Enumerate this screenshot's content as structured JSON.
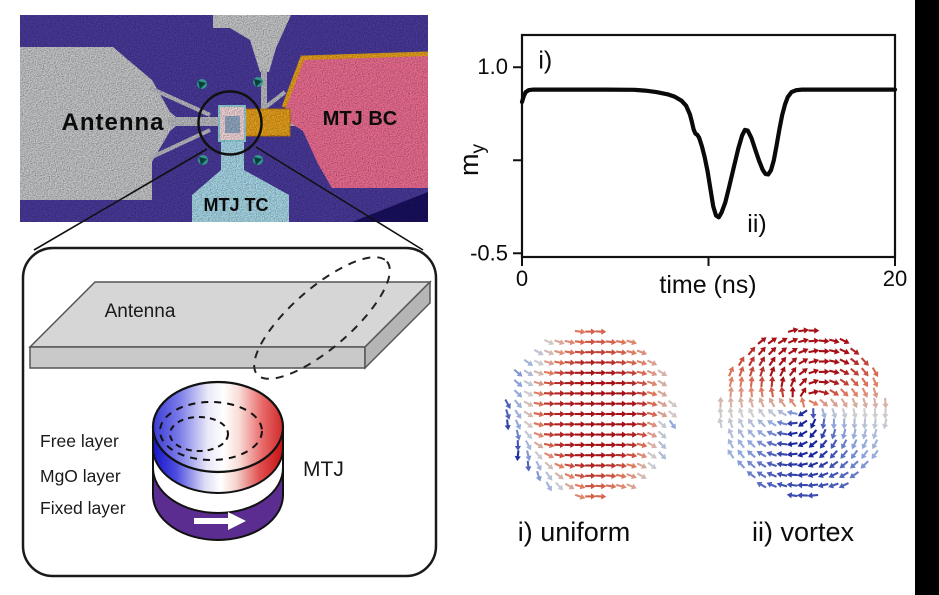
{
  "micrograph": {
    "label_antenna": "Antenna",
    "label_mtj_bc": "MTJ BC",
    "label_mtj_tc": "MTJ TC",
    "colors": {
      "background": "#4a3a9c",
      "pad": "#c6c8ca",
      "pad_dim": "#b9bcc2",
      "pink": "#ee6e93",
      "gold": "#e8a21c",
      "tc_blue": "#a9d9e9",
      "navy": "#191060",
      "marker": "#35948c",
      "marker_dark": "#073f3a",
      "white_square": "#f2d7d9",
      "inner_square": "#93a9c4"
    }
  },
  "schematic": {
    "label_antenna": "Antenna",
    "layer_labels": [
      "Free layer",
      "MgO layer",
      "Fixed layer"
    ],
    "label_mtj": "MTJ",
    "colors": {
      "slab_top": "#d6d6d6",
      "slab_front": "#c9c9c9",
      "slab_side": "#b5b5b5",
      "fixed_purple": "#5b2d91",
      "free_blue": "#1515c8",
      "free_red": "#c61212"
    }
  },
  "chart_data": [
    {
      "type": "line",
      "title": "",
      "xlabel": "time (ns)",
      "ylabel_main": "m",
      "ylabel_sub": "y",
      "xlim": [
        0,
        20
      ],
      "ylim": [
        -0.53,
        1.26
      ],
      "grid": false,
      "line_color": "#0a0a0a",
      "xticks": [
        {
          "v": 0,
          "label": "0"
        },
        {
          "v": 10,
          "label": ""
        },
        {
          "v": 20,
          "label": "20"
        }
      ],
      "yticks": [
        {
          "v": 1.0,
          "label": "1.0"
        },
        {
          "v": 0.25,
          "label": ""
        },
        {
          "v": -0.5,
          "label": "-0.5"
        }
      ],
      "annotations": [
        {
          "text": "i)",
          "t": 1.25,
          "m": 0.99
        },
        {
          "text": "ii)",
          "t": 12.6,
          "m": -0.33
        }
      ],
      "series": [
        {
          "name": "my",
          "points": [
            [
              0,
              0.72
            ],
            [
              0.1,
              0.77
            ],
            [
              0.2,
              0.8
            ],
            [
              0.35,
              0.815
            ],
            [
              0.6,
              0.82
            ],
            [
              1.5,
              0.82
            ],
            [
              3,
              0.82
            ],
            [
              4.5,
              0.82
            ],
            [
              6,
              0.818
            ],
            [
              6.6,
              0.812
            ],
            [
              7.2,
              0.8
            ],
            [
              7.8,
              0.782
            ],
            [
              8.2,
              0.762
            ],
            [
              8.55,
              0.73
            ],
            [
              8.8,
              0.69
            ],
            [
              9.0,
              0.62
            ],
            [
              9.1,
              0.565
            ],
            [
              9.2,
              0.5
            ],
            [
              9.3,
              0.465
            ],
            [
              9.4,
              0.455
            ],
            [
              9.5,
              0.43
            ],
            [
              9.65,
              0.36
            ],
            [
              9.8,
              0.27
            ],
            [
              9.95,
              0.16
            ],
            [
              10.1,
              0.02
            ],
            [
              10.25,
              -0.12
            ],
            [
              10.4,
              -0.195
            ],
            [
              10.55,
              -0.21
            ],
            [
              10.7,
              -0.17
            ],
            [
              10.9,
              -0.09
            ],
            [
              11.1,
              0.03
            ],
            [
              11.35,
              0.19
            ],
            [
              11.6,
              0.345
            ],
            [
              11.8,
              0.45
            ],
            [
              11.95,
              0.495
            ],
            [
              12.1,
              0.49
            ],
            [
              12.3,
              0.43
            ],
            [
              12.5,
              0.34
            ],
            [
              12.7,
              0.25
            ],
            [
              12.9,
              0.175
            ],
            [
              13.05,
              0.14
            ],
            [
              13.2,
              0.135
            ],
            [
              13.35,
              0.17
            ],
            [
              13.5,
              0.25
            ],
            [
              13.65,
              0.37
            ],
            [
              13.8,
              0.5
            ],
            [
              13.95,
              0.615
            ],
            [
              14.1,
              0.7
            ],
            [
              14.25,
              0.76
            ],
            [
              14.45,
              0.8
            ],
            [
              14.7,
              0.815
            ],
            [
              15,
              0.82
            ],
            [
              16,
              0.82
            ],
            [
              17.5,
              0.82
            ],
            [
              19,
              0.82
            ],
            [
              20,
              0.82
            ]
          ]
        }
      ]
    },
    {
      "type": "vector_field",
      "pattern": "uniform",
      "caption": "i) uniform",
      "center": [
        590,
        414
      ],
      "radius": 83,
      "spacing": 10.3,
      "palette": [
        [
          -1,
          "#16259b"
        ],
        [
          -0.5,
          "#8fa6dd"
        ],
        [
          0,
          "#cfcfcf"
        ],
        [
          0.5,
          "#e0795c"
        ],
        [
          1,
          "#a50f15"
        ]
      ]
    },
    {
      "type": "vector_field",
      "pattern": "vortex",
      "caption": "ii) vortex",
      "center": [
        803,
        413
      ],
      "radius": 83,
      "spacing": 10.3,
      "palette": [
        [
          -1,
          "#16259b"
        ],
        [
          -0.5,
          "#8fa6dd"
        ],
        [
          0,
          "#cfcfcf"
        ],
        [
          0.5,
          "#e0795c"
        ],
        [
          1,
          "#a50f15"
        ]
      ]
    }
  ]
}
